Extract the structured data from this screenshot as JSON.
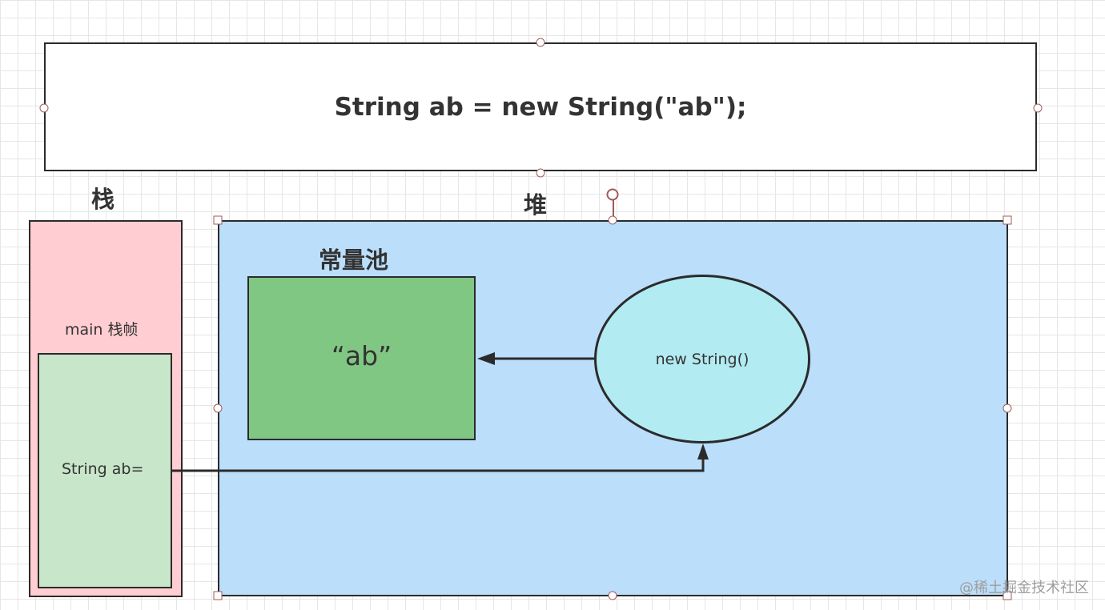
{
  "code": {
    "statement": "String ab = new String(\"ab\");"
  },
  "stack": {
    "heading": "栈",
    "frame_label": "main 栈帧",
    "variable_label": "String ab="
  },
  "heap": {
    "heading": "堆",
    "constant_pool": {
      "heading": "常量池",
      "value": "“ab”"
    },
    "object": {
      "label": "new String()"
    }
  },
  "watermark": "@稀土掘金技术社区",
  "colors": {
    "stack_fill": "#ffcdd2",
    "stack_var_fill": "#c8e6c9",
    "heap_fill": "#bbdefb",
    "pool_fill": "#81c784",
    "object_fill": "#b2ebf2",
    "stroke": "#2b2b2b",
    "selection_handle": "#a05a5a"
  }
}
